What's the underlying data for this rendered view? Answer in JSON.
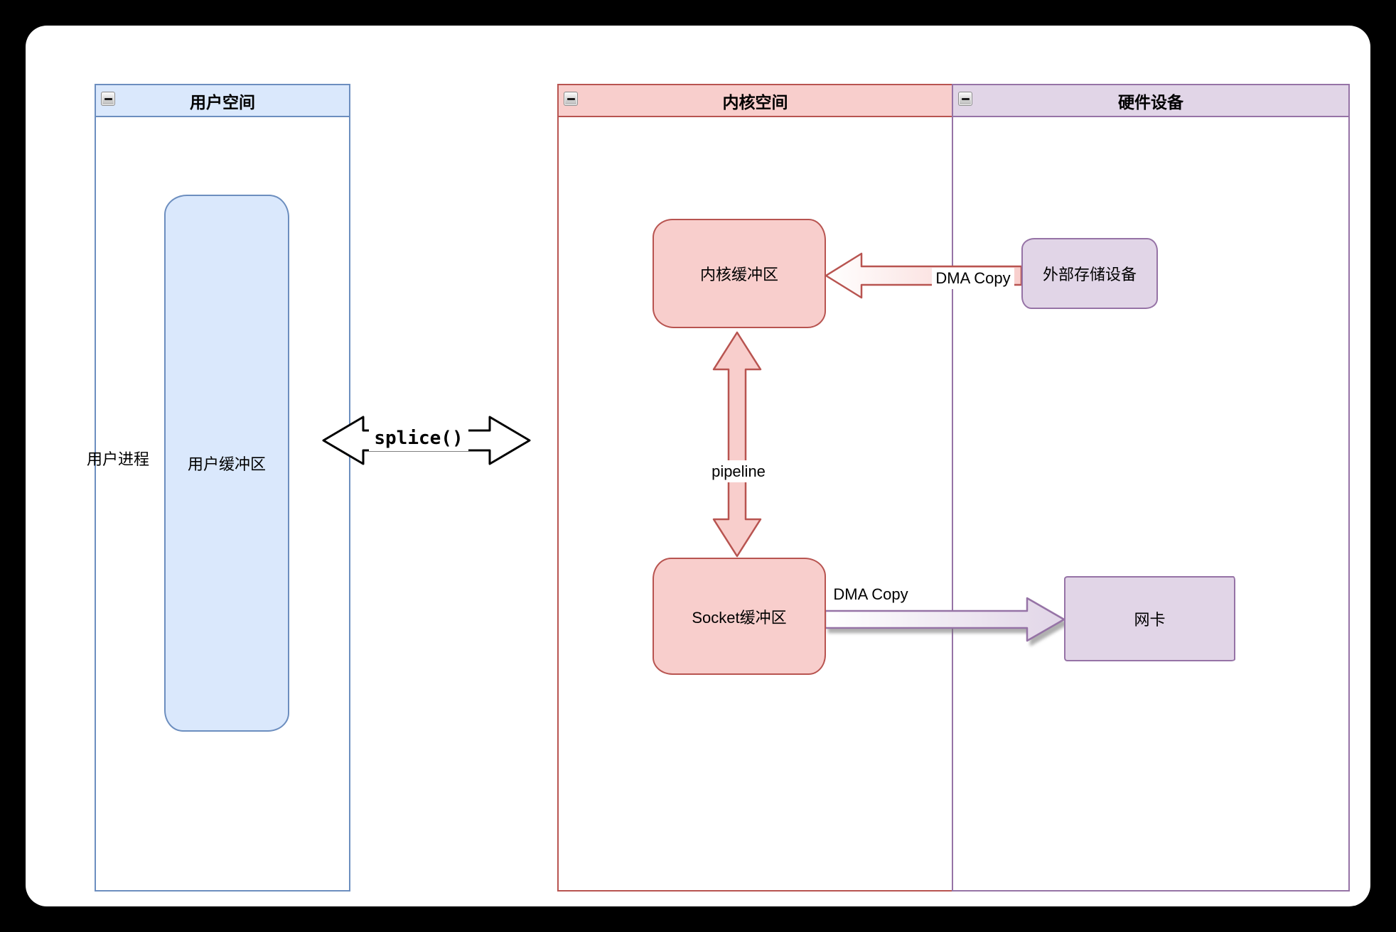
{
  "page": {
    "background": "#000000",
    "card_background": "#ffffff"
  },
  "containers": {
    "user_space": {
      "title": "用户空间",
      "header_fill": "#dae8fc",
      "border_color": "#6c8ebf"
    },
    "kernel_space": {
      "title": "内核空间",
      "header_fill": "#f8cecc",
      "border_color": "#b85450"
    },
    "hardware": {
      "title": "硬件设备",
      "header_fill": "#e1d5e7",
      "border_color": "#9673a6"
    }
  },
  "nodes": {
    "user_process": {
      "label": "用户进程"
    },
    "user_buffer": {
      "label": "用户缓冲区",
      "fill": "#dae8fc",
      "border_color": "#6c8ebf"
    },
    "kernel_buffer": {
      "label": "内核缓冲区",
      "fill": "#f8cecc",
      "border_color": "#b85450"
    },
    "socket_buffer": {
      "label": "Socket缓冲区",
      "fill": "#f8cecc",
      "border_color": "#b85450"
    },
    "external_storage": {
      "label": "外部存储设备",
      "fill": "#e1d5e7",
      "border_color": "#9673a6"
    },
    "nic": {
      "label": "网卡",
      "fill": "#e1d5e7",
      "border_color": "#9673a6"
    }
  },
  "arrows": {
    "splice": {
      "label": "splice()",
      "fill": "#ffffff",
      "stroke": "#000000",
      "direction": "both-horizontal"
    },
    "pipeline": {
      "label": "pipeline",
      "fill": "#f8cecc",
      "stroke": "#b85450",
      "direction": "both-vertical"
    },
    "dma_storage_to_kernel": {
      "label": "DMA Copy",
      "stroke": "#b85450",
      "direction": "left"
    },
    "dma_socket_to_nic": {
      "label": "DMA Copy",
      "stroke": "#9673a6",
      "direction": "right"
    }
  }
}
